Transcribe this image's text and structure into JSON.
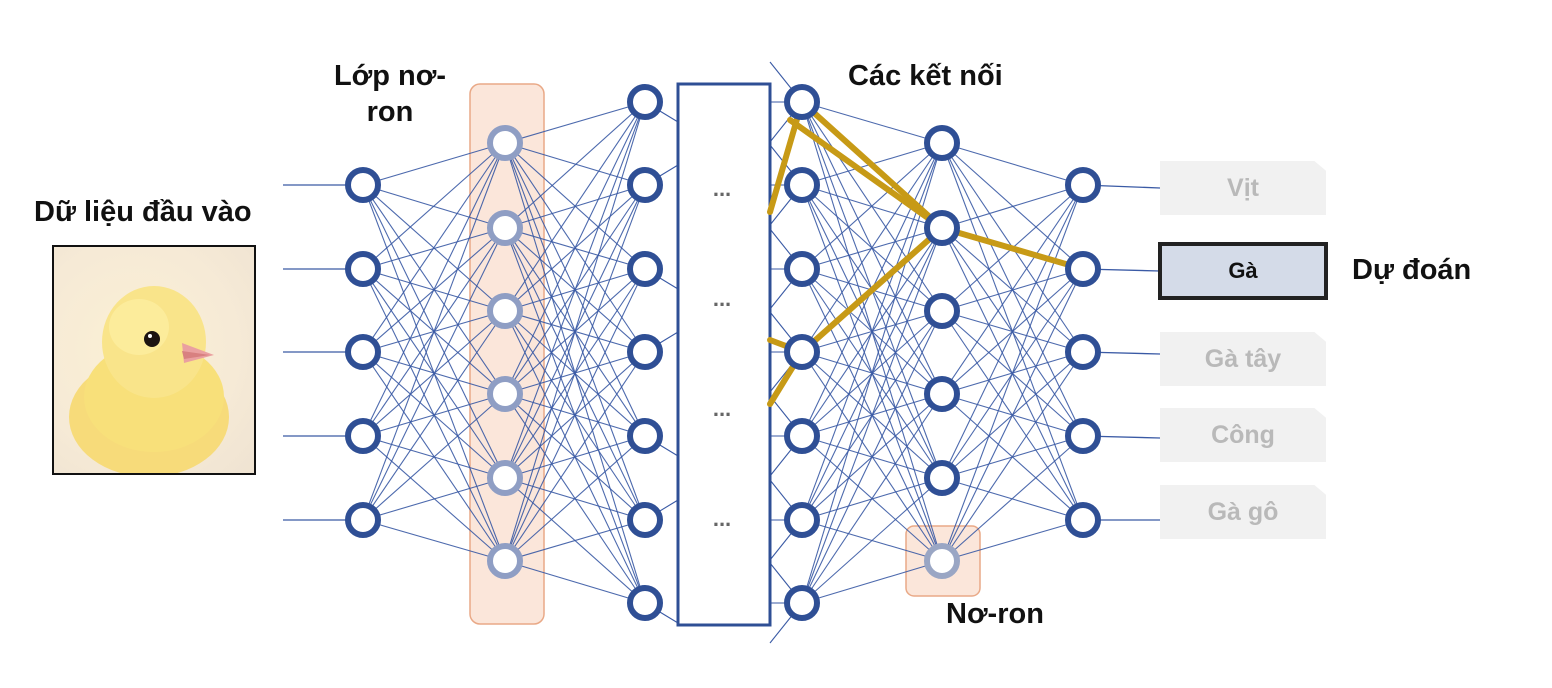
{
  "labels": {
    "input": "Dữ liệu đầu vào",
    "layer": "Lớp nơ-ron",
    "connections": "Các kết nối",
    "neuron": "Nơ-ron",
    "prediction": "Dự đoán"
  },
  "ellipsis": "...",
  "outputs": [
    {
      "label": "Vịt",
      "selected": false
    },
    {
      "label": "Gà",
      "selected": true
    },
    {
      "label": "Gà tây",
      "selected": false
    },
    {
      "label": "Công",
      "selected": false
    },
    {
      "label": "Gà gô",
      "selected": false
    }
  ],
  "colors": {
    "node": "#2f4f95",
    "edge": "#3a5aa5",
    "highlight_edge": "#c79a16",
    "highlight_box": "#fbe6da",
    "highlight_box_border": "#e9a987"
  }
}
